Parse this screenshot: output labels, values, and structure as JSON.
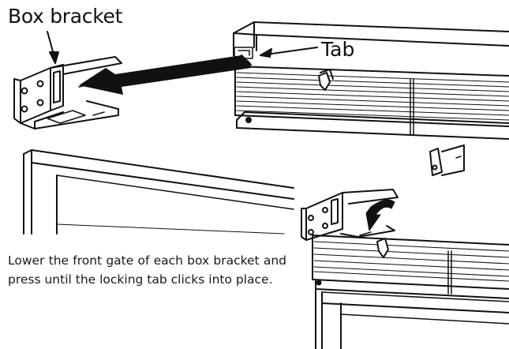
{
  "labels": {
    "box_bracket": "Box bracket",
    "tab": "Tab"
  },
  "instruction": "Lower the front gate of each box bracket and press until the locking tab clicks into place."
}
